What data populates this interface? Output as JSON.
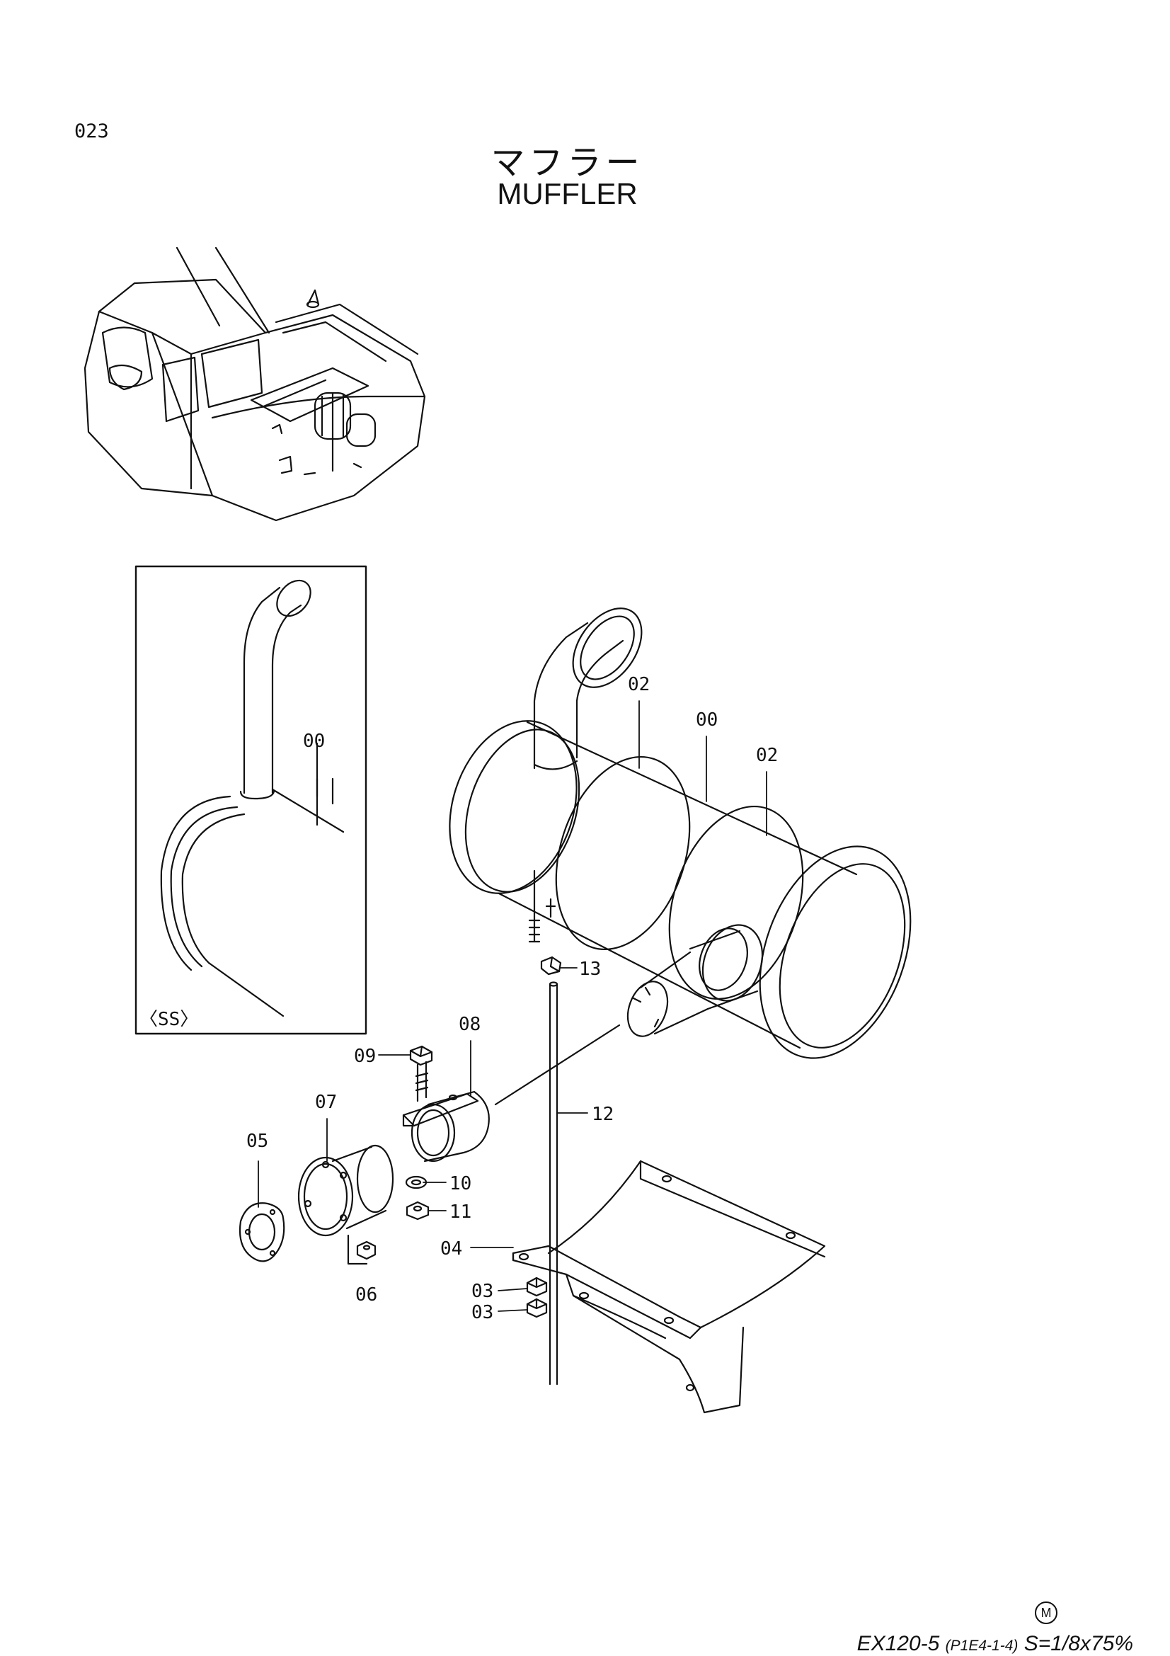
{
  "page_number": "023",
  "title_jp": "マフラー",
  "title_en": "MUFFLER",
  "inset_label": "〈SS〉",
  "callouts": {
    "inset_00": "00",
    "c02a": "02",
    "c00": "00",
    "c02b": "02",
    "c13": "13",
    "c08": "08",
    "c09": "09",
    "c12": "12",
    "c07": "07",
    "c05": "05",
    "c10": "10",
    "c11": "11",
    "c04": "04",
    "c06": "06",
    "c03a": "03",
    "c03b": "03"
  },
  "footer": {
    "model": "EX120-5",
    "ref": "(P1E4-1-4)",
    "scale": "S=1/8x75%",
    "mark": "M"
  }
}
